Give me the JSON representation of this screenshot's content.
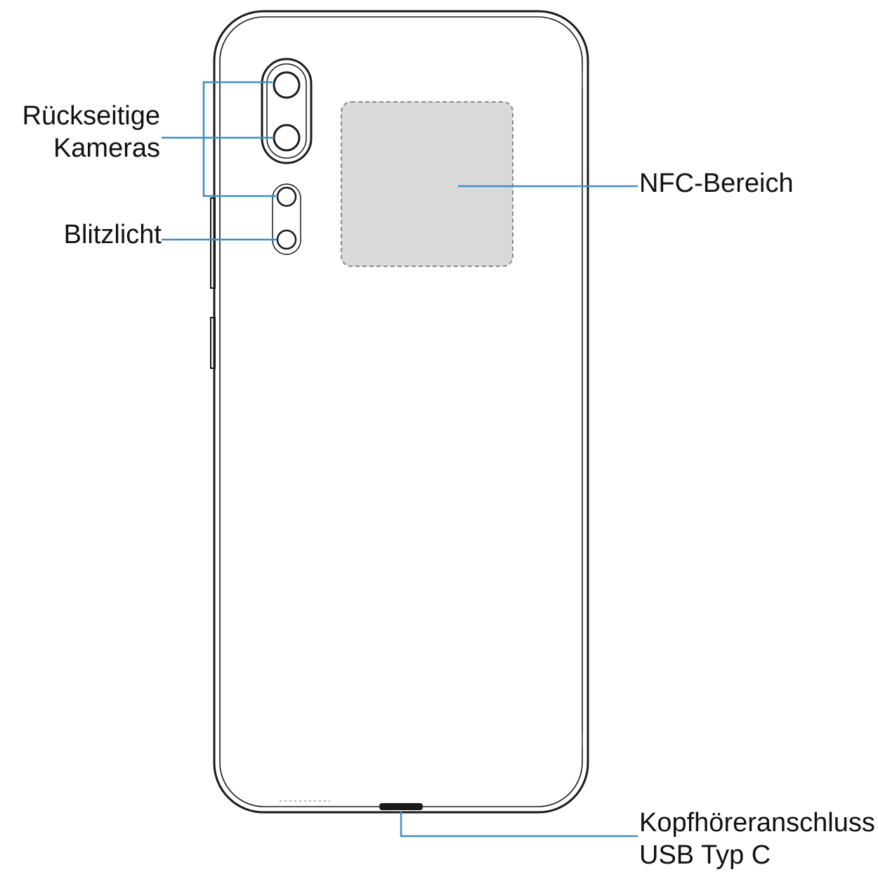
{
  "colors": {
    "leader_line": "#3a8fc4",
    "outline": "#1a1a1a",
    "nfc_fill": "#d9d9d9",
    "nfc_border": "#8a8a8a",
    "text": "#111111"
  },
  "labels": {
    "cameras": {
      "line1": "Rückseitige",
      "line2": "Kameras"
    },
    "flash": "Blitzlicht",
    "nfc": "NFC-Bereich",
    "usb": {
      "line1": "Kopfhöreranschluss",
      "line2": "USB Typ C"
    }
  }
}
